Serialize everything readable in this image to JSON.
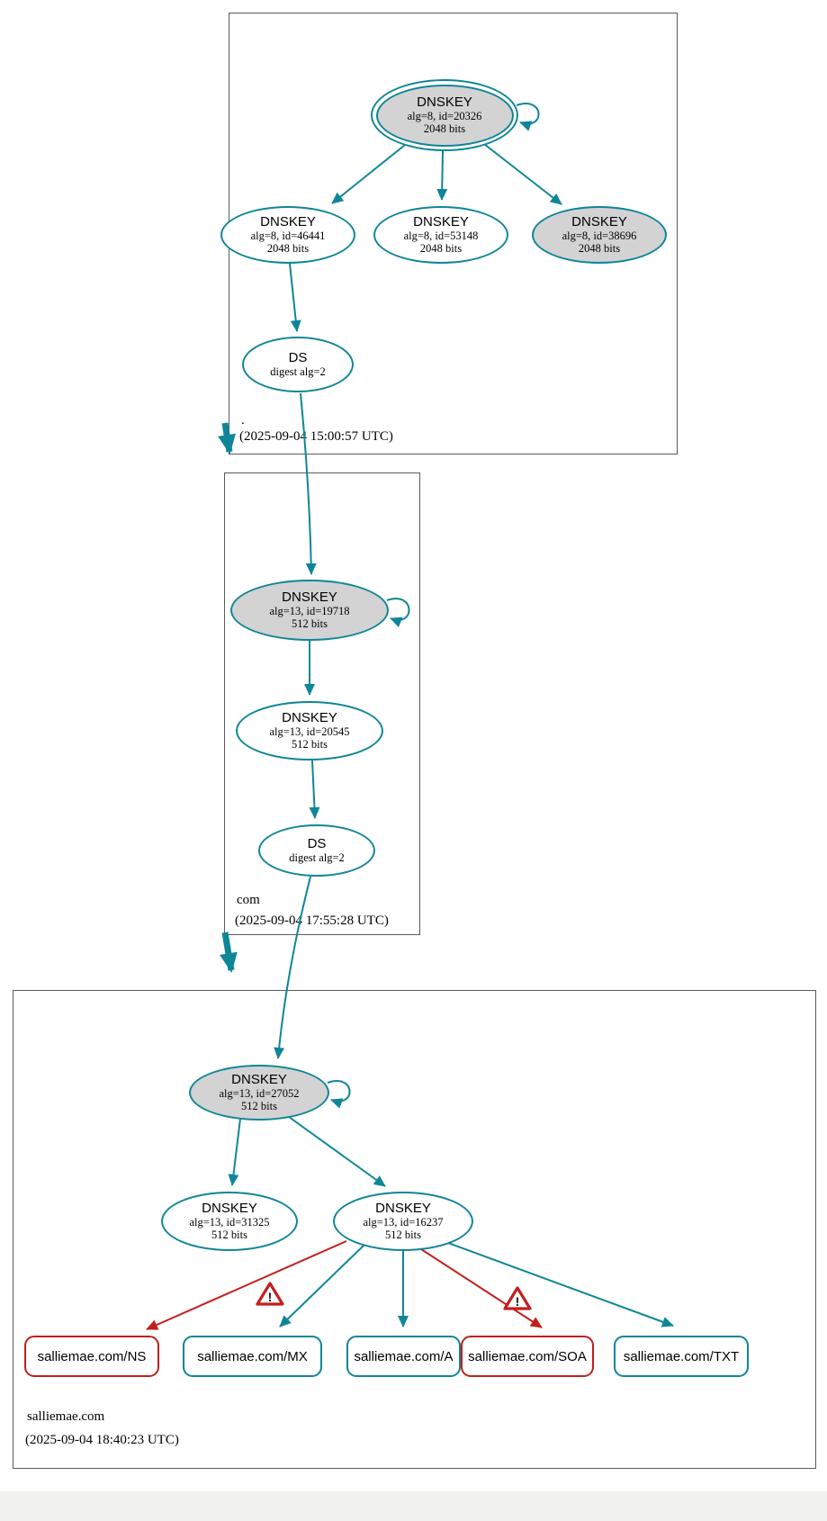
{
  "colors": {
    "secure": "#0f8698",
    "error": "#c1201c",
    "node_fill_gray": "#d3d3d3",
    "box_border": "#5b5b5b",
    "bottom_strip": "#f1f1f0"
  },
  "icons": {
    "warning_glyph": "!"
  },
  "zones": {
    "root": {
      "label": ".",
      "timestamp": "(2025-09-04 15:00:57 UTC)",
      "nodes": {
        "ksk": {
          "title": "DNSKEY",
          "detail": "alg=8, id=20326",
          "bits": "2048 bits"
        },
        "zsk46441": {
          "title": "DNSKEY",
          "detail": "alg=8, id=46441",
          "bits": "2048 bits"
        },
        "zsk53148": {
          "title": "DNSKEY",
          "detail": "alg=8, id=53148",
          "bits": "2048 bits"
        },
        "zsk38696": {
          "title": "DNSKEY",
          "detail": "alg=8, id=38696",
          "bits": "2048 bits"
        },
        "ds": {
          "title": "DS",
          "detail": "digest alg=2"
        }
      }
    },
    "com": {
      "label": "com",
      "timestamp": "(2025-09-04 17:55:28 UTC)",
      "nodes": {
        "ksk": {
          "title": "DNSKEY",
          "detail": "alg=13, id=19718",
          "bits": "512 bits"
        },
        "zsk": {
          "title": "DNSKEY",
          "detail": "alg=13, id=20545",
          "bits": "512 bits"
        },
        "ds": {
          "title": "DS",
          "detail": "digest alg=2"
        }
      }
    },
    "salliemae": {
      "label": "salliemae.com",
      "timestamp": "(2025-09-04 18:40:23 UTC)",
      "nodes": {
        "ksk": {
          "title": "DNSKEY",
          "detail": "alg=13, id=27052",
          "bits": "512 bits"
        },
        "zsk31325": {
          "title": "DNSKEY",
          "detail": "alg=13, id=31325",
          "bits": "512 bits"
        },
        "zsk16237": {
          "title": "DNSKEY",
          "detail": "alg=13, id=16237",
          "bits": "512 bits"
        }
      },
      "rrsets": [
        {
          "label": "salliemae.com/NS",
          "status": "error"
        },
        {
          "label": "salliemae.com/MX",
          "status": "secure"
        },
        {
          "label": "salliemae.com/A",
          "status": "secure"
        },
        {
          "label": "salliemae.com/SOA",
          "status": "error"
        },
        {
          "label": "salliemae.com/TXT",
          "status": "secure"
        }
      ]
    }
  }
}
